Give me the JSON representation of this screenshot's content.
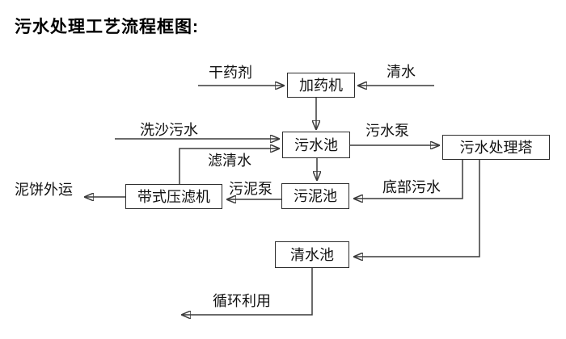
{
  "title": "污水处理工艺流程框图:",
  "colors": {
    "line": "#3a3a3a",
    "box_border": "#2d2d2d",
    "text": "#111111",
    "background": "#ffffff"
  },
  "nodes": {
    "dosing_machine": {
      "label": "加药机"
    },
    "sewage_pool": {
      "label": "污水池"
    },
    "treatment_tower": {
      "label": "污水处理塔"
    },
    "sludge_pool": {
      "label": "污泥池"
    },
    "belt_filter_press": {
      "label": "带式压滤机"
    },
    "clean_water_pool": {
      "label": "清水池"
    }
  },
  "edge_labels": {
    "dry_agent": "干药剂",
    "clean_water": "清水",
    "sand_washing_sewage": "洗沙污水",
    "filtered_water": "滤清水",
    "sewage_pump": "污水泵",
    "bottom_sewage": "底部污水",
    "sludge_pump": "污泥泵",
    "mud_cake_out": "泥饼外运",
    "recycle": "循环利用"
  },
  "edges": [
    {
      "from": "dry_agent_input",
      "to": "dosing_machine",
      "label": "干药剂"
    },
    {
      "from": "clean_water_input",
      "to": "dosing_machine",
      "label": "清水"
    },
    {
      "from": "dosing_machine",
      "to": "sewage_pool",
      "label": ""
    },
    {
      "from": "sand_washing_input",
      "to": "sewage_pool",
      "label": "洗沙污水"
    },
    {
      "from": "belt_filter_press",
      "to": "sewage_pool",
      "label": "滤清水"
    },
    {
      "from": "sewage_pool",
      "to": "treatment_tower",
      "label": "污水泵"
    },
    {
      "from": "sewage_pool",
      "to": "sludge_pool",
      "label": ""
    },
    {
      "from": "treatment_tower",
      "to": "sludge_pool",
      "label": "底部污水"
    },
    {
      "from": "treatment_tower",
      "to": "clean_water_pool",
      "label": ""
    },
    {
      "from": "sludge_pool",
      "to": "belt_filter_press",
      "label": "污泥泵"
    },
    {
      "from": "belt_filter_press",
      "to": "mud_cake_out",
      "label": "泥饼外运"
    },
    {
      "from": "clean_water_pool",
      "to": "recycle_out",
      "label": "循环利用"
    }
  ]
}
